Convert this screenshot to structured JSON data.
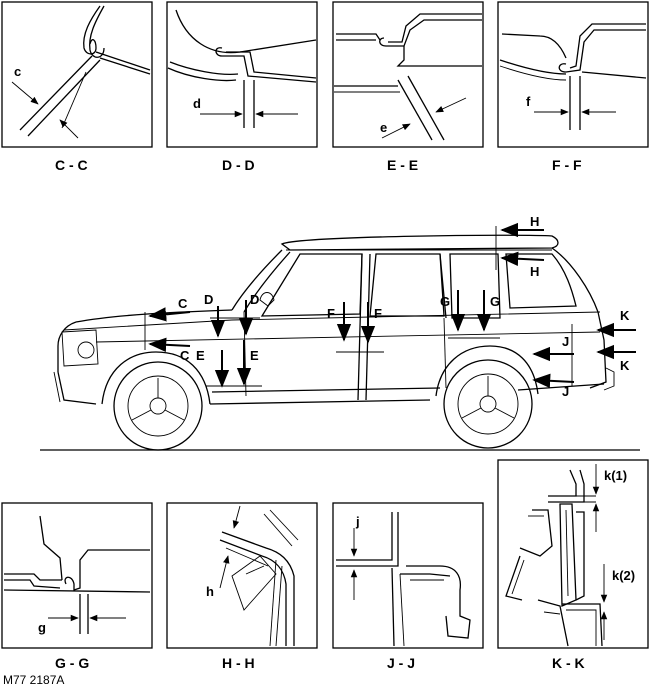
{
  "sections": {
    "cc": {
      "caption": "C - C",
      "dim": "c"
    },
    "dd": {
      "caption": "D - D",
      "dim": "d"
    },
    "ee": {
      "caption": "E - E",
      "dim": "e"
    },
    "ff": {
      "caption": "F - F",
      "dim": "f"
    },
    "gg": {
      "caption": "G - G",
      "dim": "g"
    },
    "hh": {
      "caption": "H - H",
      "dim": "h"
    },
    "jj": {
      "caption": "J - J",
      "dim": "j"
    },
    "kk": {
      "caption": "K - K",
      "dim1": "k(1)",
      "dim2": "k(2)"
    }
  },
  "vehicle_markers": {
    "c": "C",
    "d": "D",
    "e": "E",
    "f": "F",
    "g": "G",
    "h": "H",
    "j": "J",
    "k": "K"
  },
  "reference": "M77 2187A"
}
